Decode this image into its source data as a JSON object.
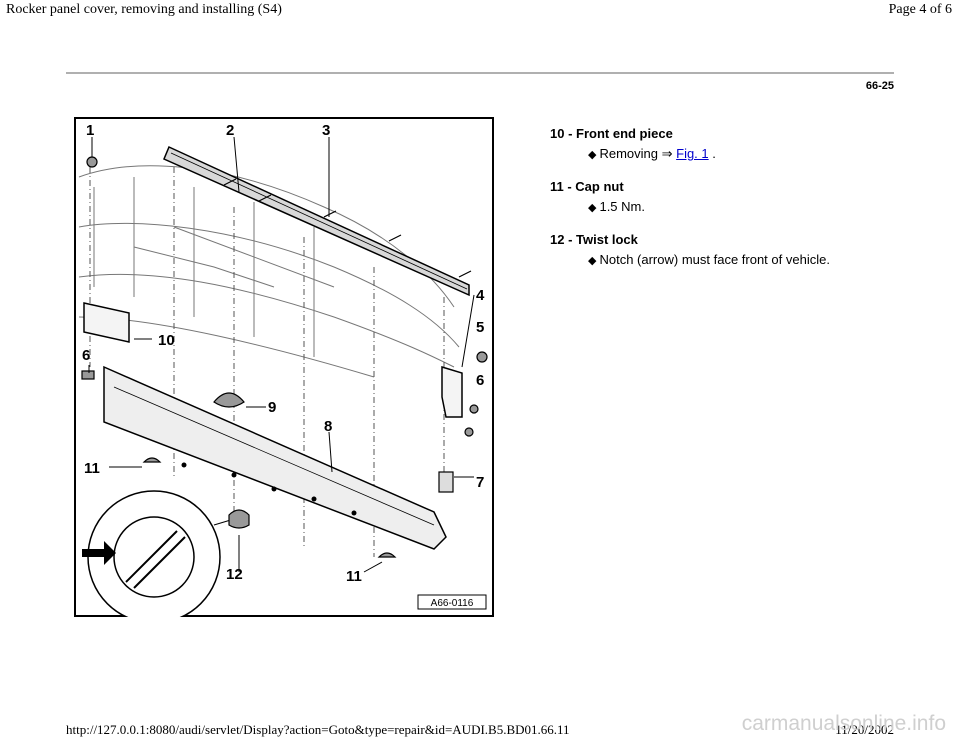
{
  "header": {
    "title": "Rocker panel cover, removing and installing (S4)",
    "page": "Page 4 of 6"
  },
  "page_number": "66-25",
  "figure": {
    "code": "A66-0116",
    "callouts": [
      "1",
      "2",
      "3",
      "4",
      "5",
      "6",
      "6",
      "7",
      "8",
      "9",
      "10",
      "11",
      "11",
      "12"
    ]
  },
  "legend": {
    "items": [
      {
        "head": "10 - Front end piece",
        "sub_prefix": "Removing ⇒ ",
        "link": "Fig. 1",
        "sub_suffix": " ."
      },
      {
        "head": "11 - Cap nut",
        "sub": "1.5 Nm."
      },
      {
        "head": "12 - Twist lock",
        "sub": "Notch (arrow) must face front of vehicle."
      }
    ]
  },
  "footer": {
    "url": "http://127.0.0.1:8080/audi/servlet/Display?action=Goto&type=repair&id=AUDI.B5.BD01.66.11",
    "date": "11/20/2002",
    "watermark": "carmanualsonline.info"
  }
}
